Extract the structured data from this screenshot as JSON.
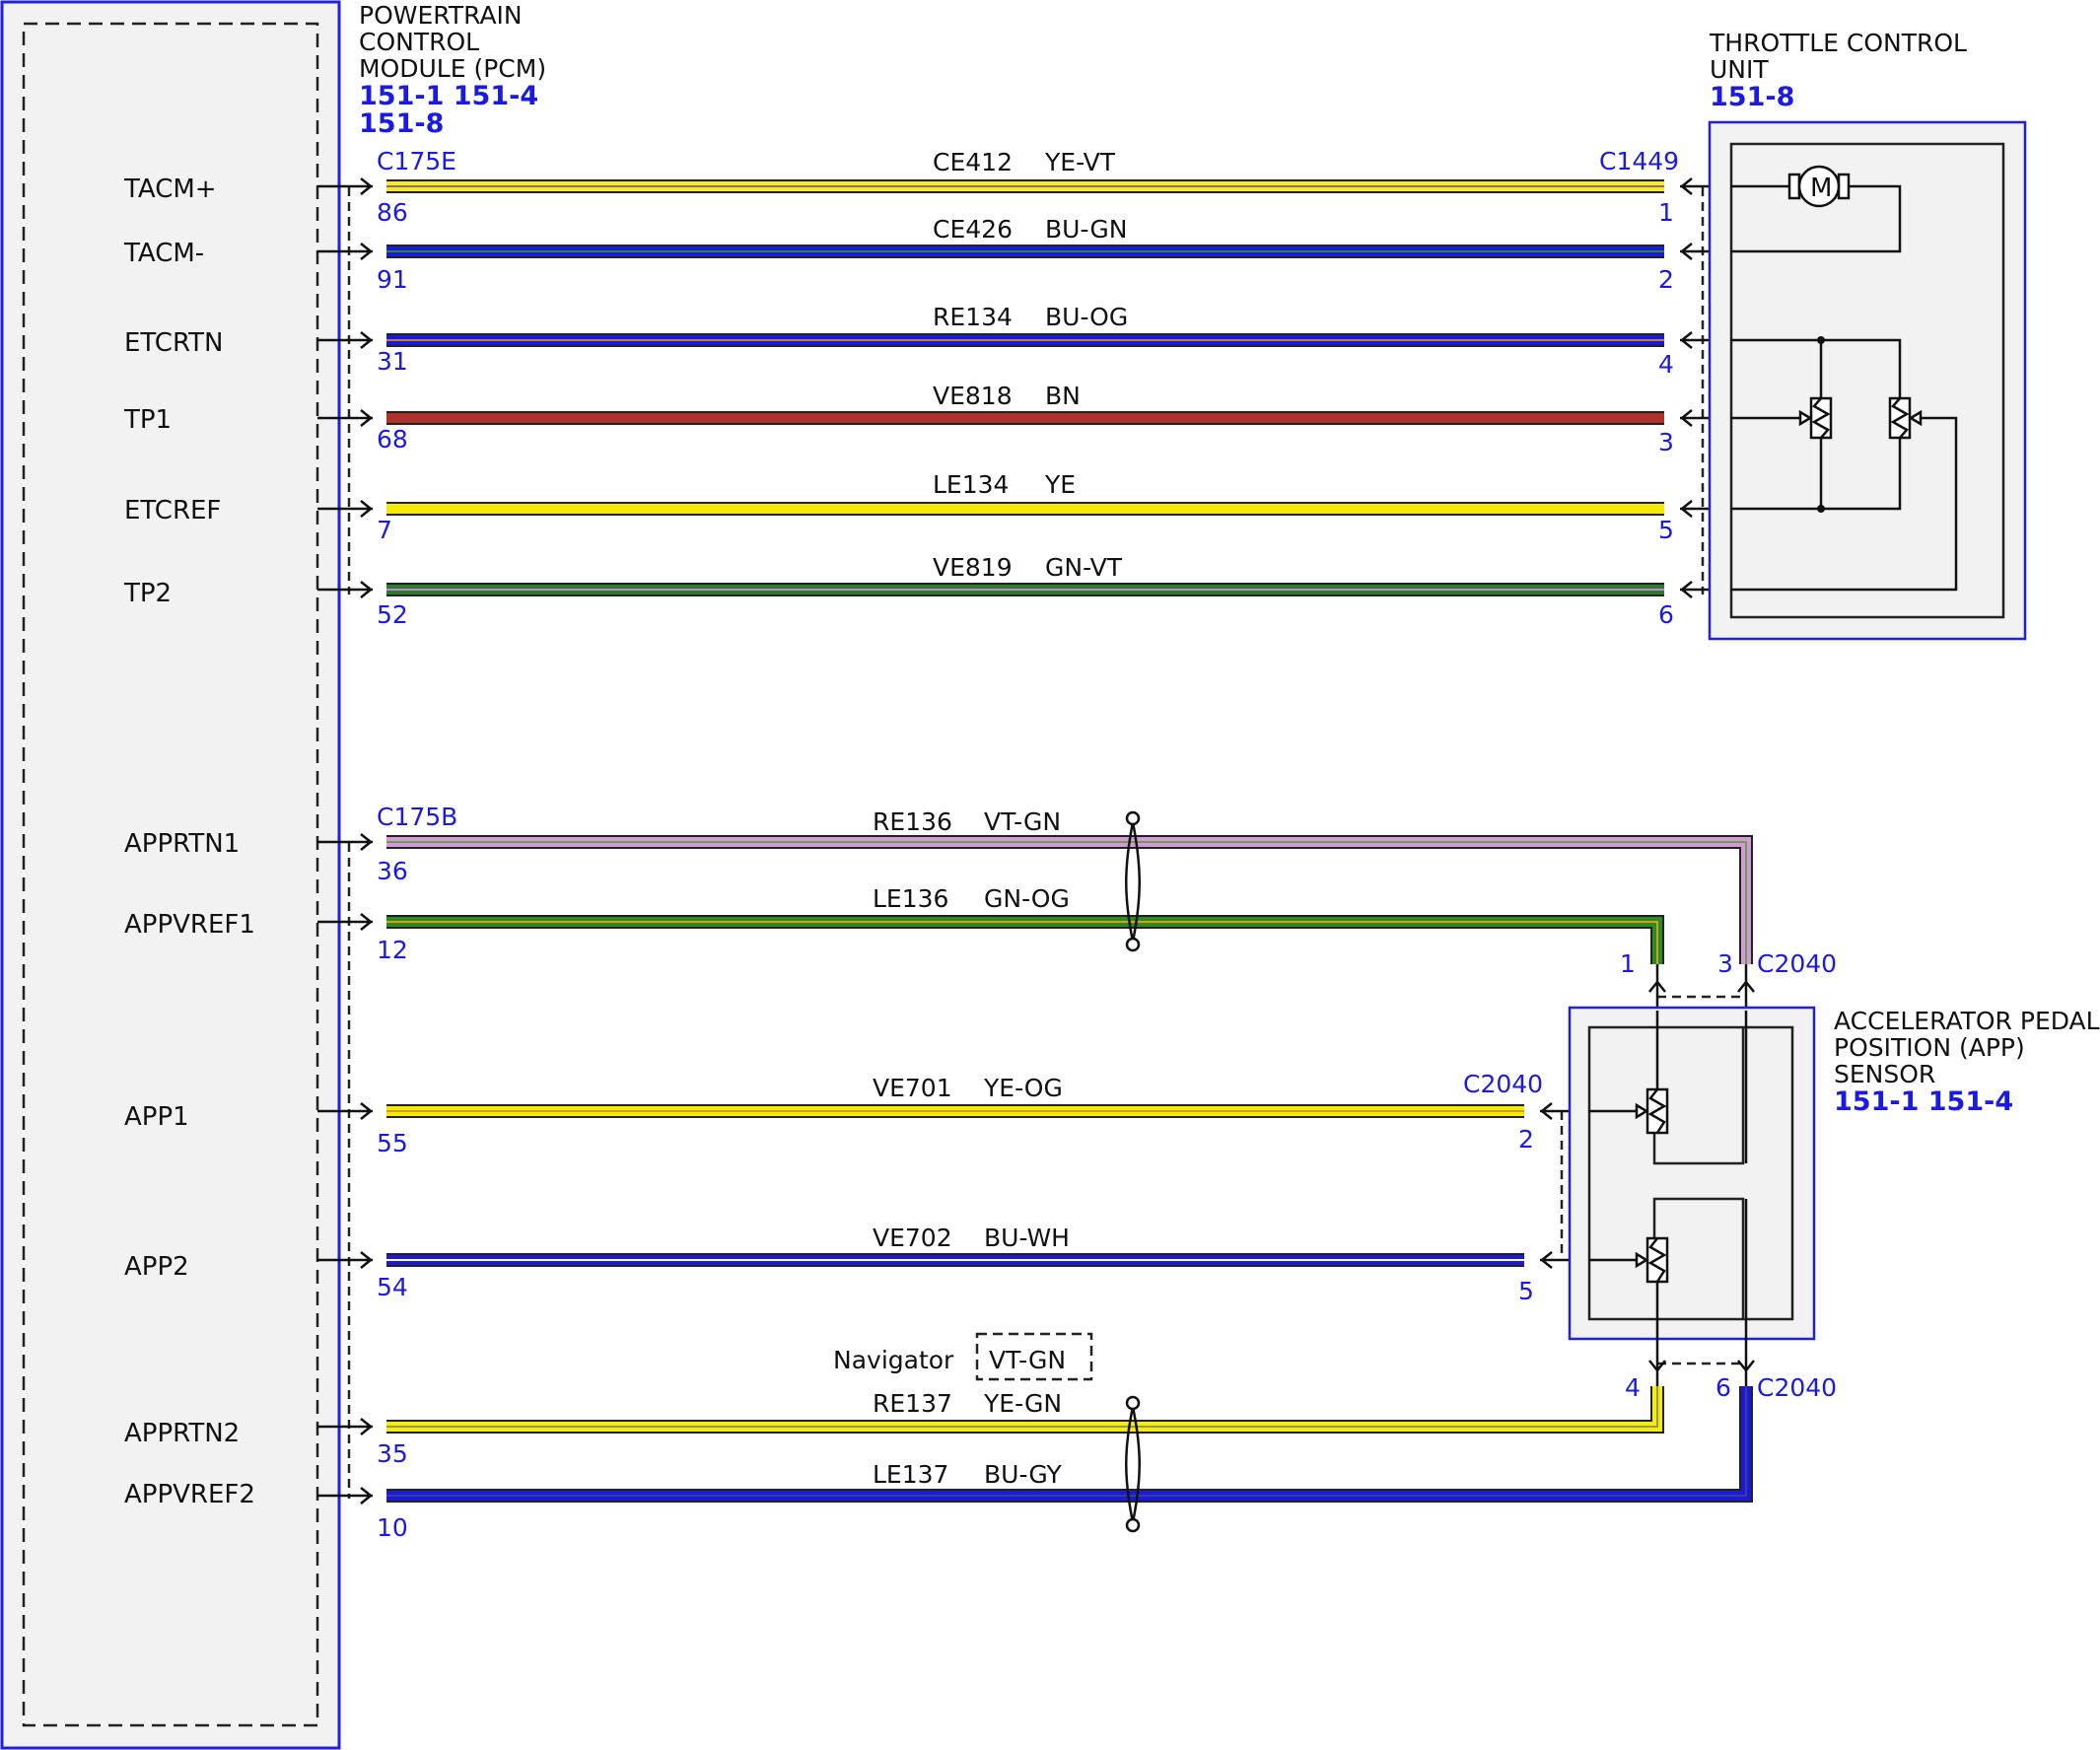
{
  "pcm": {
    "name_lines": [
      "POWERTRAIN",
      "CONTROL",
      "MODULE (PCM)"
    ],
    "ref_lines": [
      "151-1 151-4",
      "151-8"
    ],
    "signals": [
      "TACM+",
      "TACM-",
      "ETCRTN",
      "TP1",
      "ETCREF",
      "TP2",
      "APPRTN1",
      "APPVREF1",
      "APP1",
      "APP2",
      "APPRTN2",
      "APPVREF2"
    ],
    "connector_e": "C175E",
    "connector_b": "C175B"
  },
  "throttle": {
    "name_lines": [
      "THROTTLE CONTROL",
      "UNIT"
    ],
    "ref": "151-8",
    "connector": "C1449",
    "motor_label": "M"
  },
  "app_sensor": {
    "name_lines": [
      "ACCELERATOR PEDAL",
      "POSITION (APP)",
      "SENSOR"
    ],
    "ref": "151-1 151-4",
    "connector": "C2040"
  },
  "option": {
    "label": "Navigator",
    "color": "VT-GN"
  },
  "colors": {
    "pcm_border": "#2020e0",
    "module_fill": "#f2f2f2",
    "pin_text": "#1a1ae6"
  },
  "wires": [
    {
      "circuit": "CE412",
      "color": "YE-VT",
      "pcm_pin": "86",
      "far_pin": "1"
    },
    {
      "circuit": "CE426",
      "color": "BU-GN",
      "pcm_pin": "91",
      "far_pin": "2"
    },
    {
      "circuit": "RE134",
      "color": "BU-OG",
      "pcm_pin": "31",
      "far_pin": "4"
    },
    {
      "circuit": "VE818",
      "color": "BN",
      "pcm_pin": "68",
      "far_pin": "3"
    },
    {
      "circuit": "LE134",
      "color": "YE",
      "pcm_pin": "7",
      "far_pin": "5"
    },
    {
      "circuit": "VE819",
      "color": "GN-VT",
      "pcm_pin": "52",
      "far_pin": "6"
    },
    {
      "circuit": "RE136",
      "color": "VT-GN",
      "pcm_pin": "36",
      "far_pin": "3"
    },
    {
      "circuit": "LE136",
      "color": "GN-OG",
      "pcm_pin": "12",
      "far_pin": "1"
    },
    {
      "circuit": "VE701",
      "color": "YE-OG",
      "pcm_pin": "55",
      "far_pin": "2"
    },
    {
      "circuit": "VE702",
      "color": "BU-WH",
      "pcm_pin": "54",
      "far_pin": "5"
    },
    {
      "circuit": "RE137",
      "color": "YE-GN",
      "pcm_pin": "35",
      "far_pin": "4"
    },
    {
      "circuit": "LE137",
      "color": "BU-GY",
      "pcm_pin": "10",
      "far_pin": "6"
    }
  ]
}
